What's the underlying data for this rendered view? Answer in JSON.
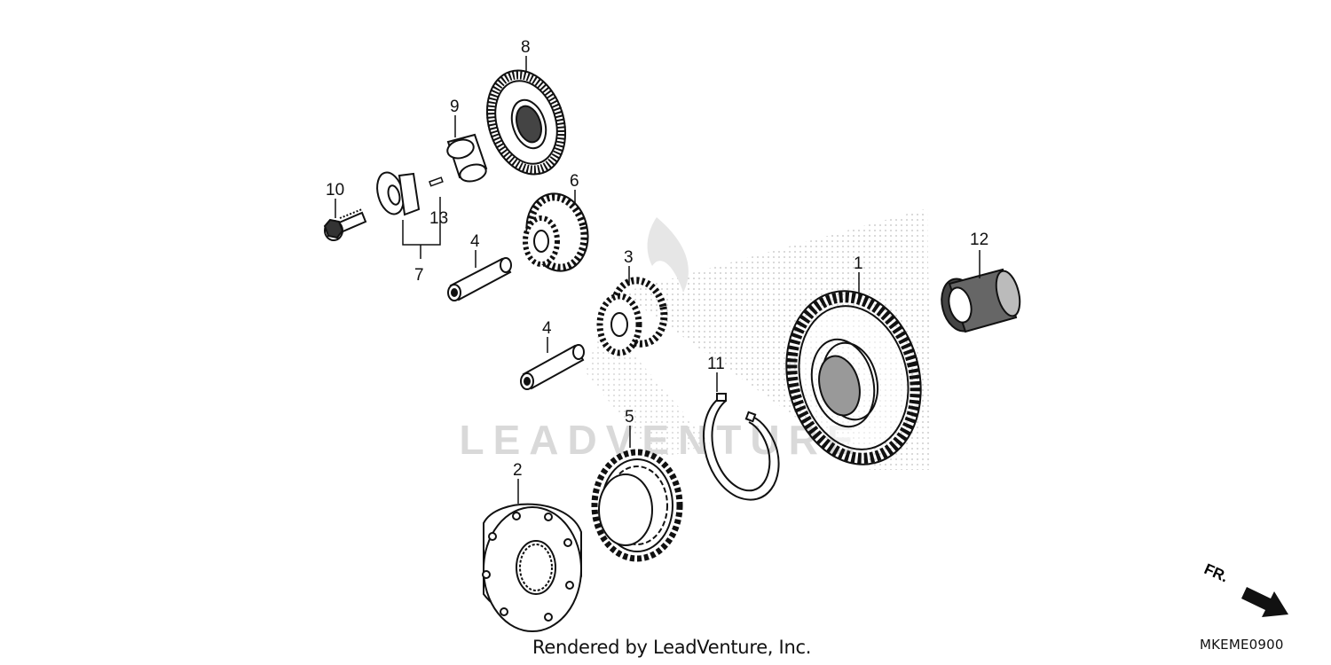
{
  "watermark": "LEADVENTURE",
  "parts": [
    {
      "number": "1"
    },
    {
      "number": "2"
    },
    {
      "number": "3"
    },
    {
      "number": "4"
    },
    {
      "number": "4"
    },
    {
      "number": "5"
    },
    {
      "number": "6"
    },
    {
      "number": "7"
    },
    {
      "number": "8"
    },
    {
      "number": "9"
    },
    {
      "number": "10"
    },
    {
      "number": "11"
    },
    {
      "number": "12"
    },
    {
      "number": "13"
    }
  ],
  "direction_label": "FR.",
  "footer": {
    "credit": "Rendered by LeadVenture, Inc.",
    "diagram_code": "MKEME0900"
  },
  "colors": {
    "line": "#111111",
    "watermark": "#d9d9d9"
  }
}
